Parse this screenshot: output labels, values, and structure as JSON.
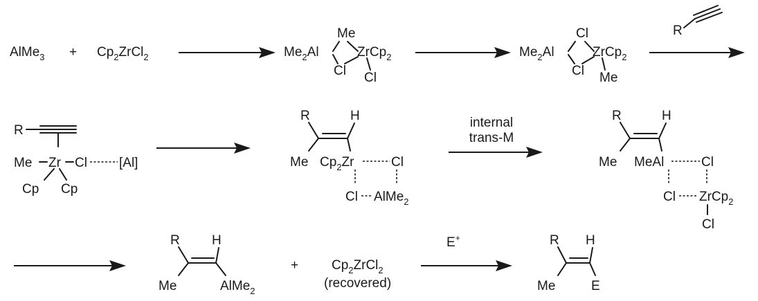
{
  "row1": {
    "reagent_a": [
      "AlMe",
      "3"
    ],
    "plus": "+",
    "reagent_b": [
      "Cp",
      "2",
      "ZrCl",
      "2"
    ],
    "int1": {
      "me2al": [
        "Me",
        "2",
        "Al"
      ],
      "me_top": "Me",
      "zrcp2": [
        "ZrCp",
        "2"
      ],
      "cl_bridge": "Cl",
      "cl_terminal": "Cl"
    },
    "int2": {
      "me2al": [
        "Me",
        "2",
        "Al"
      ],
      "cl_top": "Cl",
      "zrcp2": [
        "ZrCp",
        "2"
      ],
      "cl_bottom": "Cl",
      "me_terminal": "Me"
    },
    "alkyne_r": "R"
  },
  "row2": {
    "pi_complex": {
      "r": "R",
      "me": "Me",
      "zr": "Zr",
      "cl": "Cl",
      "al": "[Al]",
      "cp_left": "Cp",
      "cp_right": "Cp"
    },
    "int3": {
      "r": "R",
      "h": "H",
      "me": "Me",
      "cp2zr": [
        "Cp",
        "2",
        "Zr"
      ],
      "cl_right": "Cl",
      "cl_bottom": "Cl",
      "almе2": [
        "AlMe",
        "2"
      ]
    },
    "step_label": [
      "internal",
      "trans-M"
    ],
    "int4": {
      "r": "R",
      "h": "H",
      "me": "Me",
      "meal": "MeAl",
      "cl_right": "Cl",
      "cl_bottom": "Cl",
      "zrcp2": [
        "ZrCp",
        "2"
      ],
      "cl_terminal": "Cl"
    }
  },
  "row3": {
    "vinylalane": {
      "r": "R",
      "h": "H",
      "me": "Me",
      "alme2": [
        "AlMe",
        "2"
      ]
    },
    "plus": "+",
    "byproduct": [
      "Cp",
      "2",
      "ZrCl",
      "2"
    ],
    "byproduct_note": "(recovered)",
    "electrophile": [
      "E",
      "+"
    ],
    "product": {
      "r": "R",
      "h": "H",
      "me": "Me",
      "e": "E"
    }
  }
}
